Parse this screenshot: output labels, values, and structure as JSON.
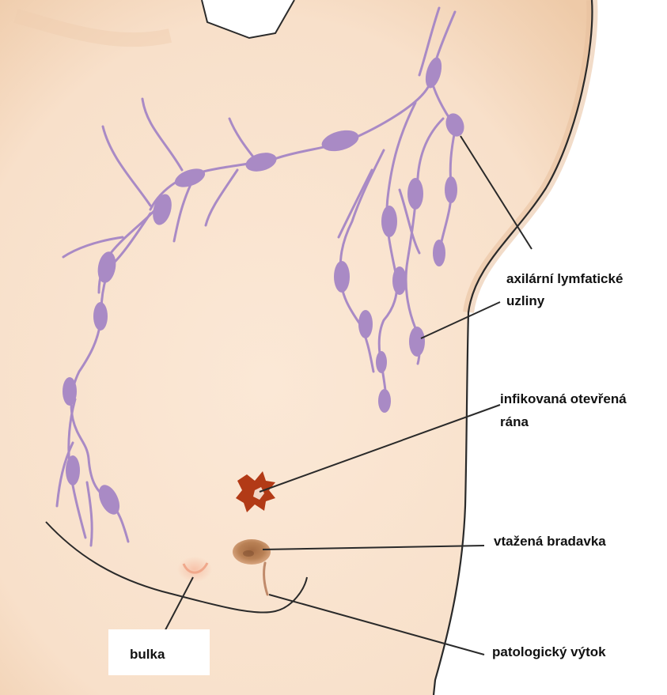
{
  "labels": {
    "axillary_nodes_line1": "axilární lymfatické",
    "axillary_nodes_line2": "uzliny",
    "infected_wound_line1": "infikovaná otevřená",
    "infected_wound_line2": "rána",
    "retracted_nipple": "vtažená bradavka",
    "discharge": "patologický výtok",
    "lump": "bulka"
  },
  "colors": {
    "skin": "#f9e3cf",
    "skin_shadow": "#efc9a8",
    "lymph": "#a98ac5",
    "wound": "#b23a16",
    "nipple": "#b98155",
    "lump": "#f2b49a",
    "outline": "#222222"
  }
}
